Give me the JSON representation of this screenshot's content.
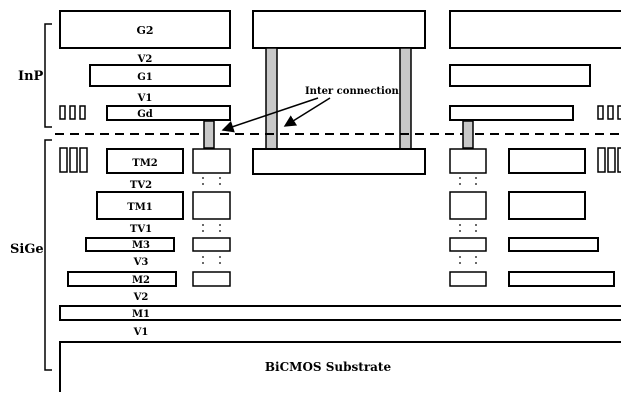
{
  "labels": {
    "inp": "InP",
    "sige": "SiGe",
    "g2": "G2",
    "v2_top": "V2",
    "g1": "G1",
    "v1_top": "V1",
    "gd": "Gd",
    "tm2": "TM2",
    "tv2": "TV2",
    "tm1": "TM1",
    "tv1": "TV1",
    "m3": "M3",
    "v3": "V3",
    "m2": "M2",
    "v2_bot": "V2",
    "m1": "M1",
    "v1_bot": "V1",
    "substrate": "BiCMOS Substrate",
    "interconnect": "Inter connection"
  },
  "colors": {
    "stroke": "#000000",
    "via_fill": "#c8c8c8",
    "background": "#ffffff"
  }
}
